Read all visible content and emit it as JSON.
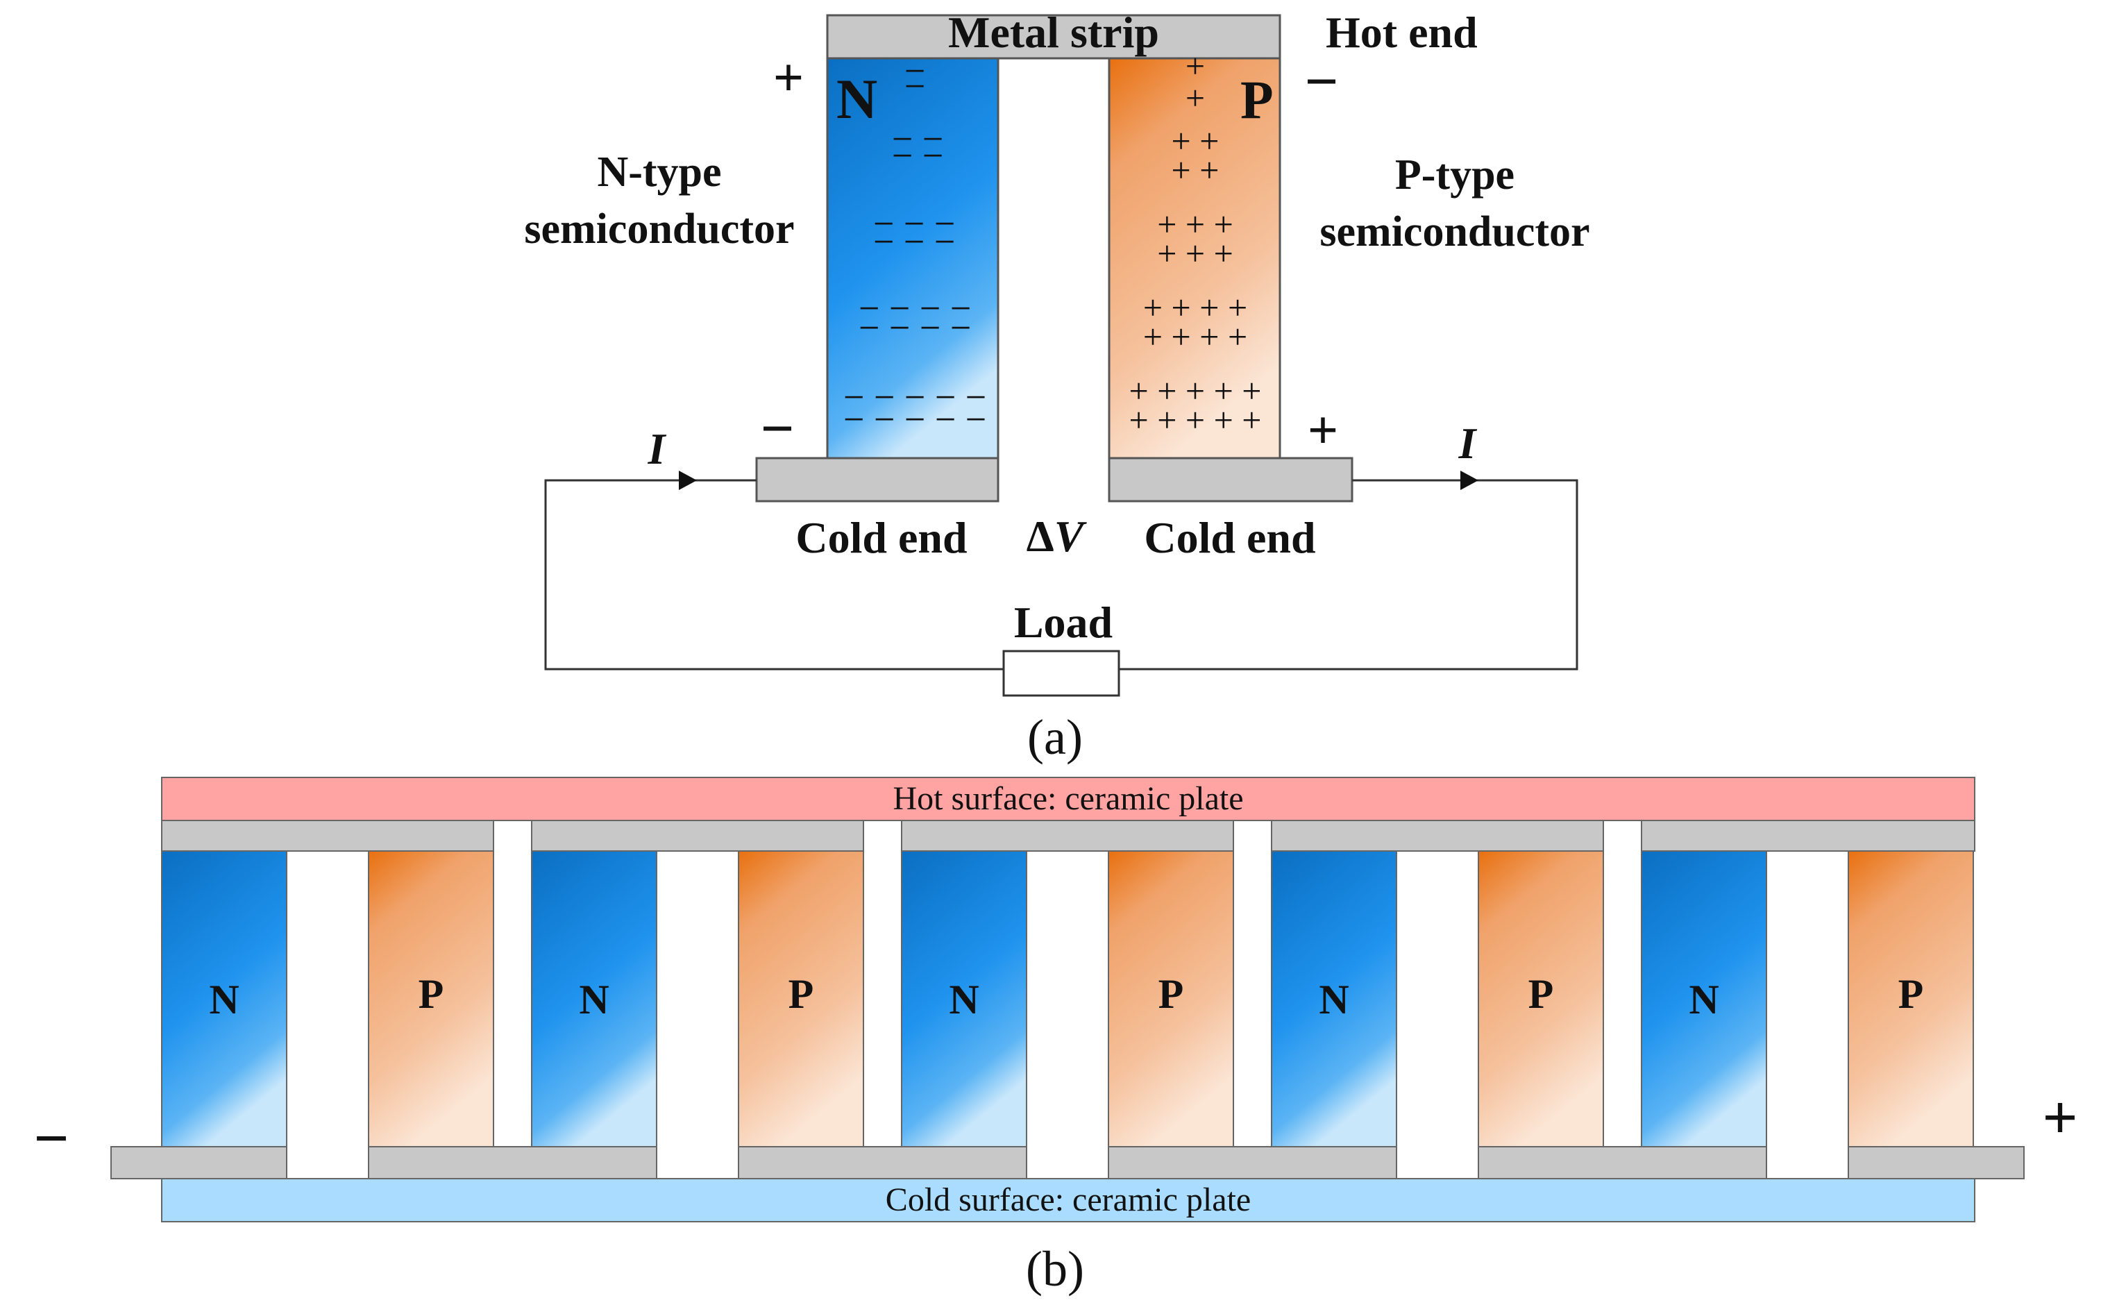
{
  "panel_a": {
    "metal_strip": "Metal strip",
    "hot_end": "Hot end",
    "n_letter": "N",
    "p_letter": "P",
    "n_type_line1": "N-type",
    "n_type_line2": "semiconductor",
    "p_type_line1": "P-type",
    "p_type_line2": "semiconductor",
    "cold_end_left": "Cold end",
    "cold_end_right": "Cold end",
    "delta_symbol": "Δ",
    "delta_var": "V",
    "load": "Load",
    "current_left": "I",
    "current_right": "I",
    "sign_plus_top_left": "+",
    "sign_minus_top_right": "−",
    "sign_minus_bottom_left": "−",
    "sign_plus_bottom_right": "+",
    "caption": "(a)",
    "n_charge_rows": [
      "−",
      "− −",
      "− − −",
      "− − − −",
      "− − − − −"
    ],
    "p_charge_rows": [
      "+",
      "+ +",
      "+ + +",
      "+ + + +",
      "+ + + + +"
    ]
  },
  "panel_b": {
    "hot_plate": "Hot surface: ceramic plate",
    "cold_plate": "Cold surface: ceramic plate",
    "legs": [
      "N",
      "P",
      "N",
      "P",
      "N",
      "P",
      "N",
      "P",
      "N",
      "P"
    ],
    "sign_left": "−",
    "sign_right": "+",
    "caption": "(b)"
  },
  "colors": {
    "n_type_top": "#0a6fc2",
    "n_type_mid": "#1f93ee",
    "n_type_bottom": "#c9e7fb",
    "p_type_top": "#e8700f",
    "p_type_mid": "#f2b184",
    "p_type_bottom": "#fbe6d6",
    "metal": "#c8c8c8",
    "hot_plate": "#ffa3a3",
    "cold_plate": "#a9dcff"
  }
}
